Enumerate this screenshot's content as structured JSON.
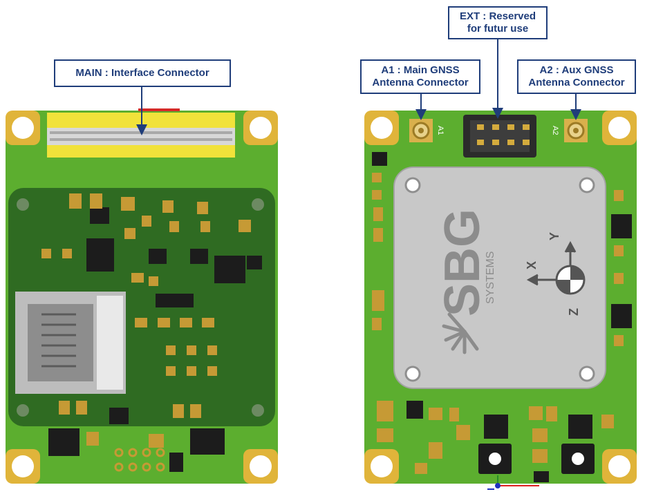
{
  "callouts": {
    "main": "MAIN : Interface Connector",
    "ext_line1": "EXT : Reserved",
    "ext_line2": "for futur use",
    "a1_line1": "A1 : Main GNSS",
    "a1_line2": "Antenna Connector",
    "a2_line1": "A2 : Aux GNSS",
    "a2_line2": "Antenna Connector"
  },
  "enclosure": {
    "brand": "SBG",
    "brand_sub": "SYSTEMS"
  },
  "axes": {
    "x": "X",
    "y": "Y",
    "z": "Z"
  },
  "silkscreen": {
    "a1_mark": "A1",
    "a2_mark": "A2"
  },
  "colors": {
    "pcb_green": "#5cae2f",
    "pcb_dark": "#2f6b22",
    "gold": "#e0b43a",
    "callout_blue": "#1f3d7a",
    "enclosure_grey": "#c8c8c8"
  }
}
